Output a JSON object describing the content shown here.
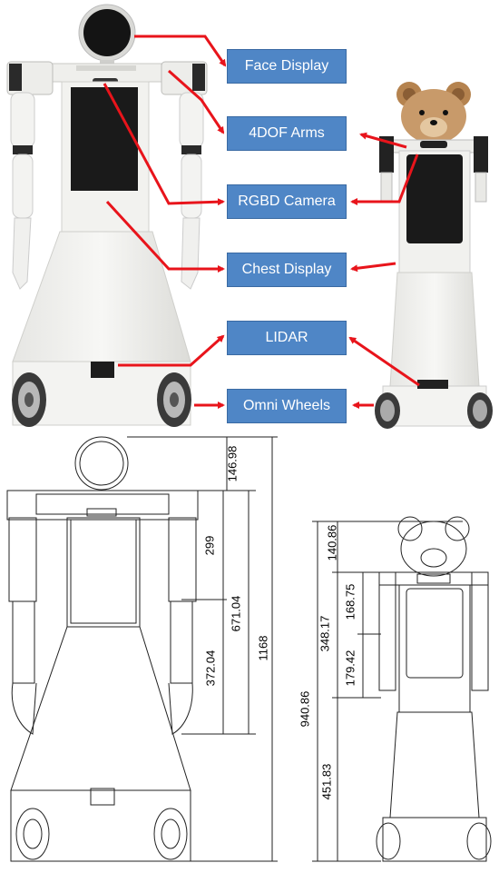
{
  "labels": {
    "face_display": "Face Display",
    "arms": "4DOF Arms",
    "rgbd_camera": "RGBD Camera",
    "chest_display": "Chest Display",
    "lidar": "LIDAR",
    "omni_wheels": "Omni Wheels"
  },
  "dimensions": {
    "left": {
      "head": "146.98",
      "arm_upper": "299",
      "arm_total": "671.04",
      "arm_lower": "372.04",
      "total": "1168"
    },
    "right": {
      "head": "140.86",
      "arm_upper": "168.75",
      "arm_total": "348.17",
      "arm_lower": "179.42",
      "total": "940.86",
      "base": "451.83"
    }
  },
  "colors": {
    "label_fill": "#4f86c6",
    "arrow": "#e8141b",
    "robot_body": "#f1f1ef",
    "screen": "#1b1b1b",
    "bear": "#c89a6a"
  }
}
